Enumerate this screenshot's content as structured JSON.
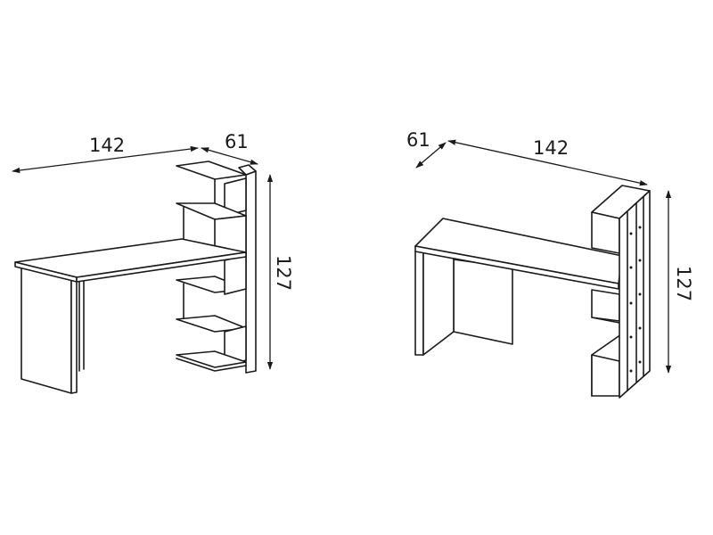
{
  "colors": {
    "line": "#1a1a1a",
    "background": "#ffffff"
  },
  "left_view": {
    "width_label": "142",
    "depth_label": "61",
    "height_label": "127"
  },
  "right_view": {
    "depth_label": "61",
    "width_label": "142",
    "height_label": "127"
  }
}
